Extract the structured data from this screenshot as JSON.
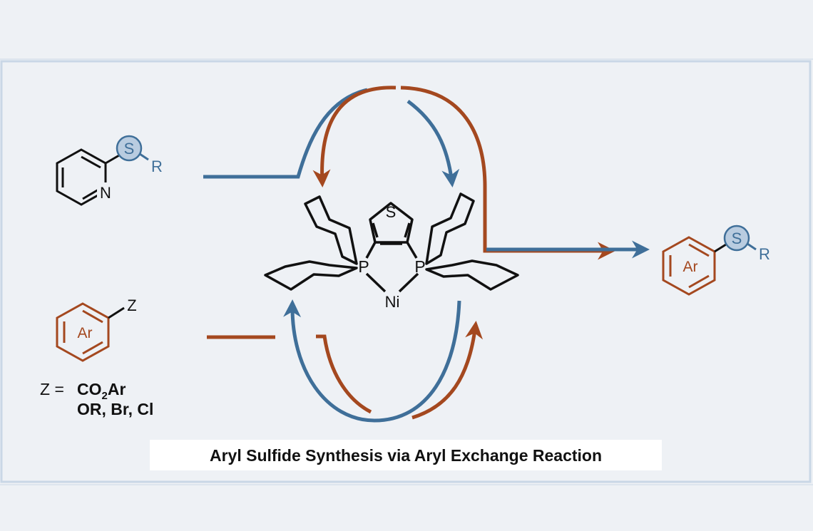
{
  "caption": "Aryl Sulfide Synthesis via Aryl Exchange Reaction",
  "colors": {
    "blue": "#3f6f99",
    "orange": "#a4481f",
    "frame": "#c9d7e6",
    "panel": "#eef1f5",
    "ink": "#111111",
    "caption_bg": "#ffffff"
  },
  "reagent_pyridyl_sulfide": {
    "sulfur_label": "S",
    "r_label": "R",
    "nitrogen_label": "N"
  },
  "reagent_aryl_z": {
    "ar_label": "Ar",
    "z_label": "Z"
  },
  "z_definition": {
    "prefix": "Z =",
    "line1_a": "CO",
    "line1_sub": "2",
    "line1_b": "Ar",
    "line2": "OR, Br, Cl"
  },
  "catalyst": {
    "thiophene_s": "S",
    "p_left": "P",
    "p_right": "P",
    "metal": "Ni"
  },
  "product_aryl_sulfide": {
    "ar_label": "Ar",
    "sulfur_label": "S",
    "r_label": "R"
  }
}
